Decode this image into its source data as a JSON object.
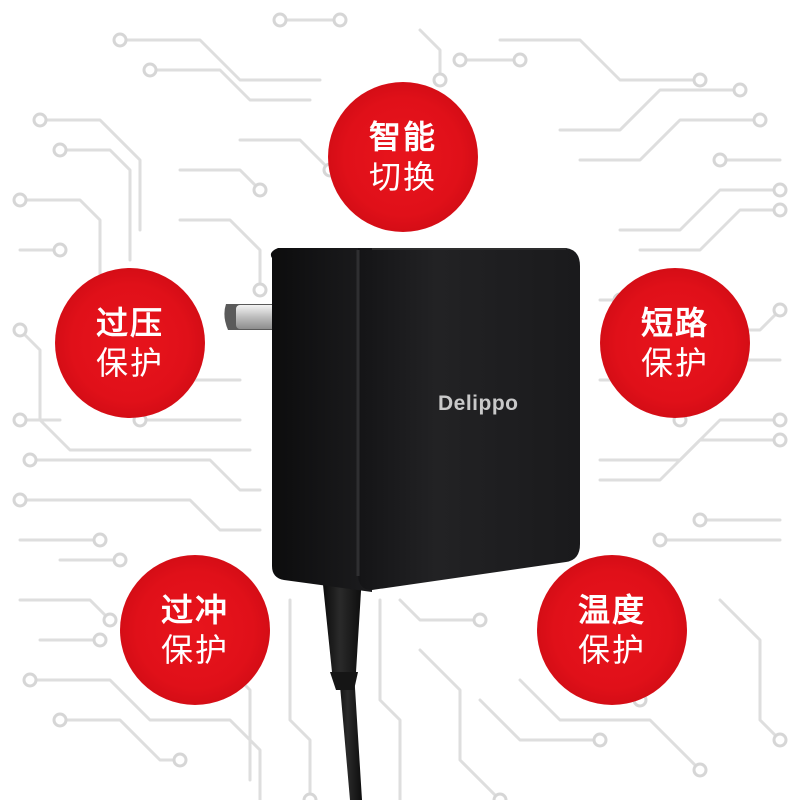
{
  "badges": {
    "smart_switch": {
      "line1": "智能",
      "line2": "切换"
    },
    "overvoltage": {
      "line1": "过压",
      "line2": "保护"
    },
    "short_circuit": {
      "line1": "短路",
      "line2": "保护"
    },
    "overcharge": {
      "line1": "过冲",
      "line2": "保护"
    },
    "temperature": {
      "line1": "温度",
      "line2": "保护"
    }
  },
  "brand": {
    "name": "Delippo"
  },
  "colors": {
    "badge_red": "#e01019",
    "adapter_body": "#1d1d1f",
    "circuit_trace": "#dcdcdc",
    "background": "#ffffff"
  }
}
